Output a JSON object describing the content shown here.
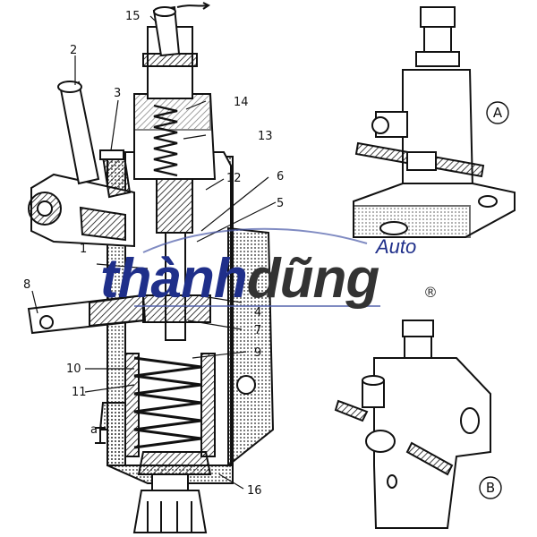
{
  "diagram": {
    "part_labels": [
      "1",
      "2",
      "3",
      "4",
      "5",
      "6",
      "7",
      "8",
      "9",
      "10",
      "11",
      "12",
      "13",
      "14",
      "15",
      "16"
    ],
    "dimension_label": "a",
    "view_labels": {
      "a": "A",
      "b": "B"
    }
  },
  "watermark": {
    "brand_part1": "thành",
    "brand_part2": "dũng",
    "sub": "Auto",
    "registered": "®",
    "colors": {
      "blue": "#1f2f8a",
      "dark": "#333333"
    }
  }
}
